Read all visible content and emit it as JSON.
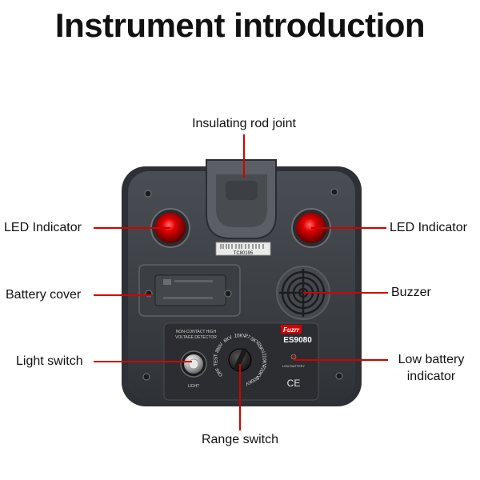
{
  "title": "Instrument introduction",
  "labels": {
    "rod_joint": "Insulating rod joint",
    "led_left": "LED Indicator",
    "led_right": "LED Indicator",
    "battery_cover": "Battery cover",
    "buzzer": "Buzzer",
    "light_switch": "Light switch",
    "low_battery_line1": "Low battery",
    "low_battery_line2": "indicator",
    "range_switch": "Range switch"
  },
  "device": {
    "serial": "TC80195",
    "brand": "Fuzrr",
    "model": "ES9080",
    "panel_line1": "NON-CONTACT HIGH",
    "panel_line2": "VOLTAGE DETECTOR",
    "light_text": "LIGHT",
    "low_battery_text": "LOW BATTERY",
    "ce_mark": "CE",
    "range_positions": [
      "OFF",
      "TEST",
      "380V",
      "6KV",
      "10KV",
      "27.5KV",
      "35KV",
      "110KV",
      "220KV",
      "500KV"
    ]
  },
  "colors": {
    "accent_red": "#d40000",
    "body_dark": "#3a3d42"
  }
}
